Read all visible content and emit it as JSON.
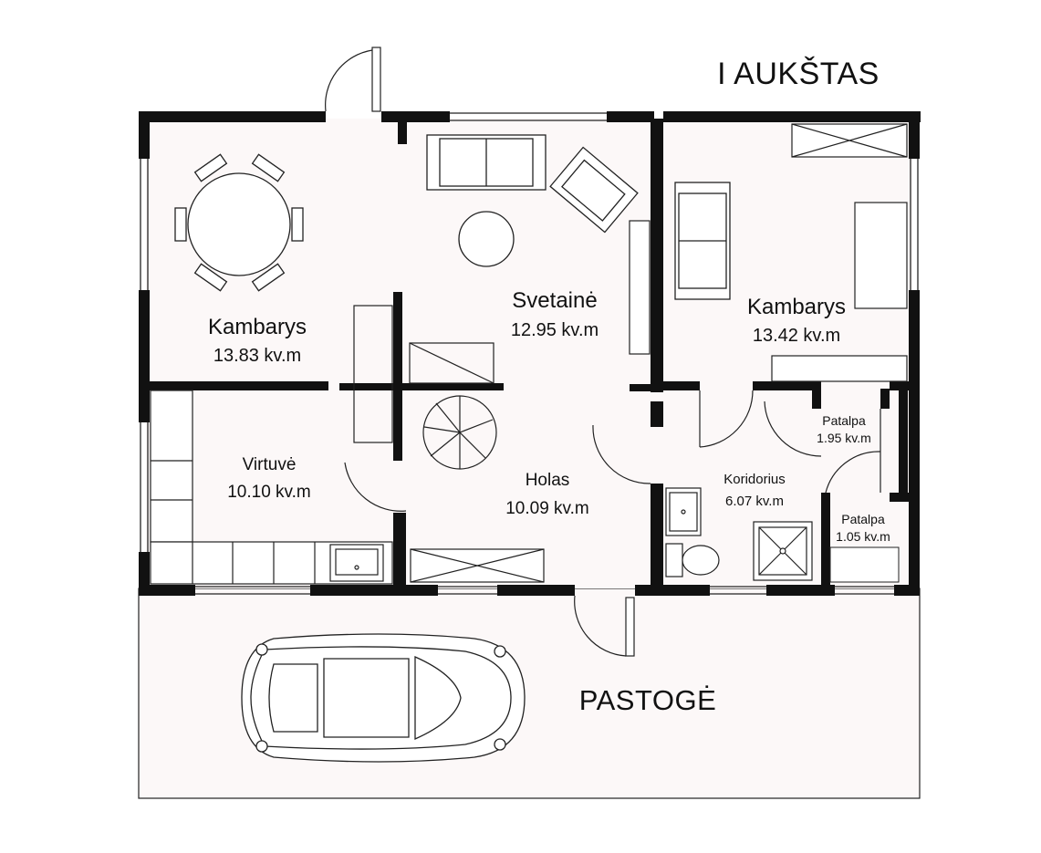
{
  "floor_title": "I AUKŠTAS",
  "shelter_label": "PASTOGĖ",
  "colors": {
    "wall": "#111111",
    "floor": "#fcf8f8",
    "line": "#222222",
    "page": "#ffffff"
  },
  "rooms": [
    {
      "id": "kambarys-left",
      "name": "Kambarys",
      "area": "13.83 kv.m"
    },
    {
      "id": "svetaine",
      "name": "Svetainė",
      "area": "12.95 kv.m"
    },
    {
      "id": "kambarys-right",
      "name": "Kambarys",
      "area": "13.42 kv.m"
    },
    {
      "id": "virtuve",
      "name": "Virtuvė",
      "area": "10.10 kv.m"
    },
    {
      "id": "holas",
      "name": "Holas",
      "area": "10.09 kv.m"
    },
    {
      "id": "koridorius",
      "name": "Koridorius",
      "area": "6.07 kv.m"
    },
    {
      "id": "patalpa-1",
      "name": "Patalpa",
      "area": "1.95 kv.m"
    },
    {
      "id": "patalpa-2",
      "name": "Patalpa",
      "area": "1.05 kv.m"
    }
  ],
  "icons": [
    "dining-table-icon",
    "sofa-icon",
    "armchair-icon",
    "round-table-icon",
    "spiral-stair-icon",
    "bed-icon",
    "sink-icon",
    "toilet-icon",
    "shower-icon",
    "car-icon",
    "door-swing-icon",
    "window-icon"
  ]
}
